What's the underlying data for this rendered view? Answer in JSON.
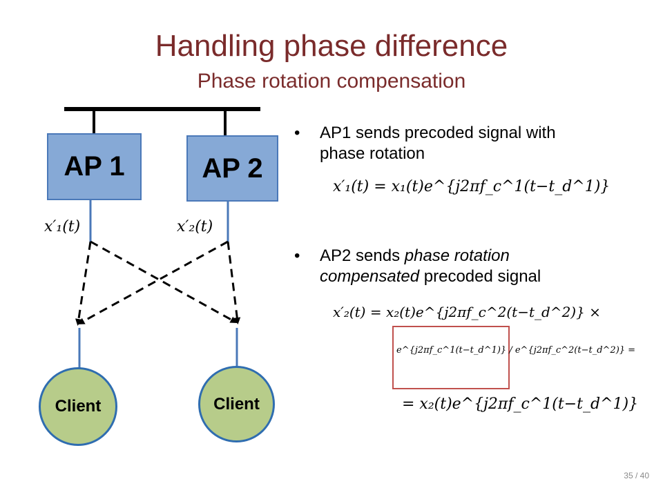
{
  "slide": {
    "title": "Handling phase difference",
    "subtitle": "Phase rotation compensation",
    "page_number": "35 / 40"
  },
  "diagram": {
    "ap1_label": "AP 1",
    "ap2_label": "AP 2",
    "client1_label": "Client",
    "client2_label": "Client",
    "signal1_label": "x′₁(t)",
    "signal2_label": "x′₂(t)"
  },
  "bullets": {
    "item1": "AP1 sends precoded signal with phase rotation",
    "item2_prefix": "AP2 sends ",
    "item2_italic1": "phase rotation compensated",
    "item2_suffix": " precoded signal"
  },
  "equations": {
    "eq1": "x′₁(t) = x₁(t)e^{j2πf_c^1(t−t_d^1)}",
    "eq2_line1": "x′₂(t) = x₂(t)e^{j2πf_c^2(t−t_d^2)} ×",
    "eq2_fraction": "e^{j2πf_c^1(t−t_d^1)} / e^{j2πf_c^2(t−t_d^2)} =",
    "eq2_line3": "= x₂(t)e^{j2πf_c^1(t−t_d^1)}"
  },
  "colors": {
    "title": "#7a2b2b",
    "ap_fill": "#86a9d6",
    "client_fill": "#b7cc8a",
    "highlight_box": "#c0504d"
  }
}
